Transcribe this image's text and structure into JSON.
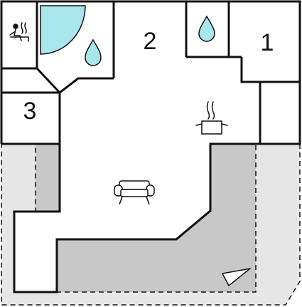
{
  "floorplan": {
    "rooms": [
      {
        "id": "room-1",
        "label": "1"
      },
      {
        "id": "room-2",
        "label": "2"
      },
      {
        "id": "room-3",
        "label": "3"
      }
    ],
    "icons": [
      {
        "name": "sauna-icon"
      },
      {
        "name": "whirlpool-tub"
      },
      {
        "name": "water-drop-icon"
      },
      {
        "name": "cooking-pot-icon"
      },
      {
        "name": "sofa-icon"
      },
      {
        "name": "sun-lounger-icon"
      }
    ],
    "colors": {
      "wall": "#111111",
      "terrace": "#c8c8c8",
      "garden": "#e6e6e6",
      "water": "#a8e6ee",
      "background": "#ffffff"
    }
  }
}
